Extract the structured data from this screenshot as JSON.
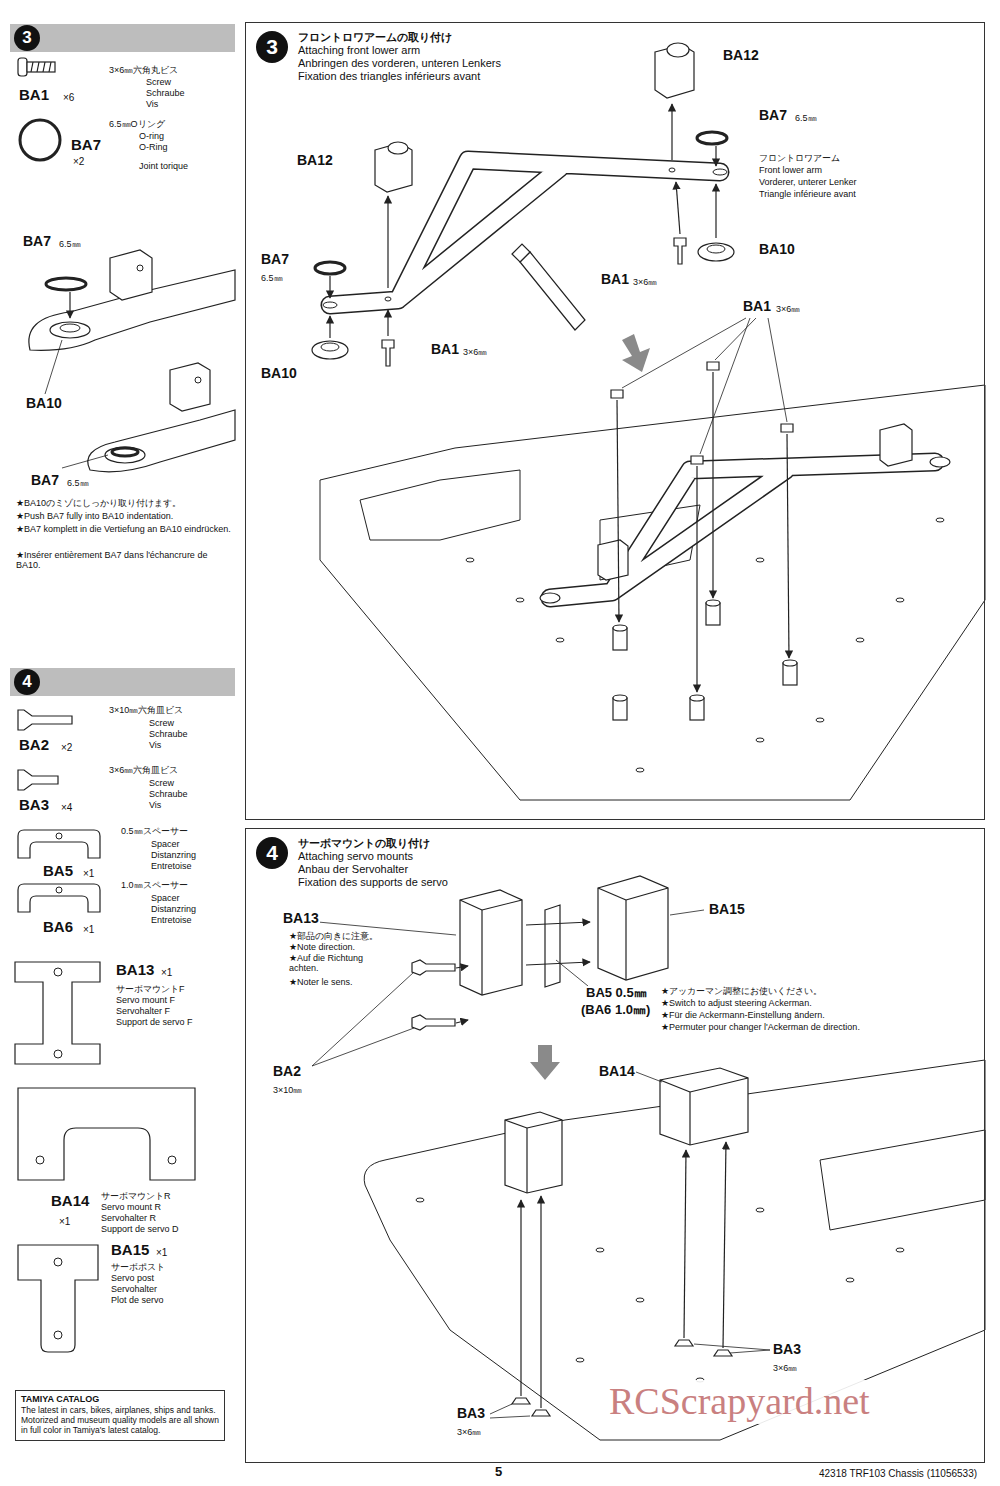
{
  "diagram": {
    "nodes": [
      {
        "text": [
          "3"
        ]
      },
      {
        "text": [
          "4"
        ]
      },
      {
        "text": [
          "フロントロワアームの取り付け",
          "Attaching front lower arm",
          "Anbringen des vorderen, unteren Lenkers",
          "Fixation des triangles inférieurs avant"
        ]
      },
      {
        "text": [
          "3"
        ],
        "in": 2
      },
      {
        "text": [
          "サーボマウントの取り付け",
          "Attaching servo mounts",
          "Anbau der Servohalter",
          "Fixation des supports de servo"
        ]
      },
      {
        "text": [
          "4"
        ],
        "in": 4
      },
      {
        "text": [
          "TAMIYA CATALOG",
          "The latest in cars, bikes, airplanes, ships and tanks. Motorized and museum quality models are all shown in full color in Tamiya's latest catalog."
        ]
      }
    ],
    "labels": [
      "BA1",
      "×6",
      "3×6㎜六角丸ビス",
      "Screw",
      "Schraube",
      "Vis",
      "BA7",
      "×2",
      "6.5㎜Oリング",
      "O-ring",
      "O-Ring",
      "Joint torique",
      "BA7",
      "6.5㎜",
      "BA10",
      "BA7",
      "6.5㎜",
      "★BA10のミゾにしっかり取り付けます。",
      "★Push BA7 fully into BA10 indentation.",
      "★BA7 komplett in die Vertiefung an BA10 eindrücken.",
      "★Insérer entièrement BA7 dans l'échancrure de BA10.",
      "BA2",
      "×2",
      "3×10㎜六角皿ビス",
      "Screw",
      "Schraube",
      "Vis",
      "BA3",
      "×4",
      "3×6㎜六角皿ビス",
      "Screw",
      "Schraube",
      "Vis",
      "0.5㎜スペーサー",
      "Spacer",
      "Distanzring",
      "Entretoise",
      "BA5",
      "×1",
      "1.0㎜スペーサー",
      "Spacer",
      "Distanzring",
      "Entretoise",
      "BA6",
      "×1",
      "BA13",
      "×1",
      "サーボマウントF",
      "Servo mount F",
      "Servohalter F",
      "Support de servo F",
      "BA14",
      "×1",
      "サーボマウントR",
      "Servo mount R",
      "Servohalter R",
      "Support de servo D",
      "BA15",
      "×1",
      "サーボポスト",
      "Servo post",
      "Servohalter",
      "Plot de servo",
      "BA12",
      "BA7",
      "6.5㎜",
      "フロントロワアーム",
      "Front lower arm",
      "Vorderer, unterer Lenker",
      "Triangle inférieure avant",
      "BA10",
      "BA1",
      "3×6㎜",
      "BA12",
      "BA7",
      "6.5㎜",
      "BA10",
      "BA1",
      "3×6㎜",
      "BA1",
      "3×6㎜",
      "BA13",
      "★部品の向きに注意。",
      "★Note direction.",
      "★Auf die Richtung achten.",
      "★Noter le sens.",
      "BA15",
      "BA2",
      "3×10㎜",
      "BA5 0.5㎜",
      "(BA6 1.0㎜)",
      "★アッカーマン調整にお使いください。",
      "★Switch to adjust steering Ackerman.",
      "★Für die Ackermann-Einstellung ändern.",
      "★Permuter pour changer l'Ackerman de direction.",
      "BA14",
      "BA3",
      "3×6㎜",
      "BA3",
      "3×6㎜",
      "5",
      "42318 TRF103 Chassis (11056533)",
      "RCScrapyard.net"
    ]
  }
}
